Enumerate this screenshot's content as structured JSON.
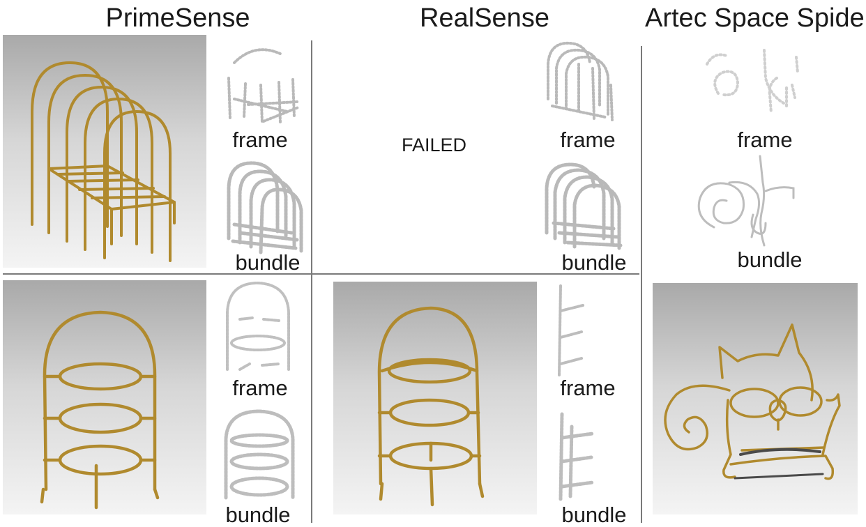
{
  "columns": {
    "primesense": "PrimeSense",
    "realsense": "RealSense",
    "artec": "Artec Space Spider"
  },
  "labels": {
    "frame": "frame",
    "bundle": "bundle",
    "failed": "FAILED"
  },
  "colors": {
    "wire_gold": "#b08a2e",
    "scan_gray": "#b9b9b9",
    "divider": "#7a7a7a"
  }
}
